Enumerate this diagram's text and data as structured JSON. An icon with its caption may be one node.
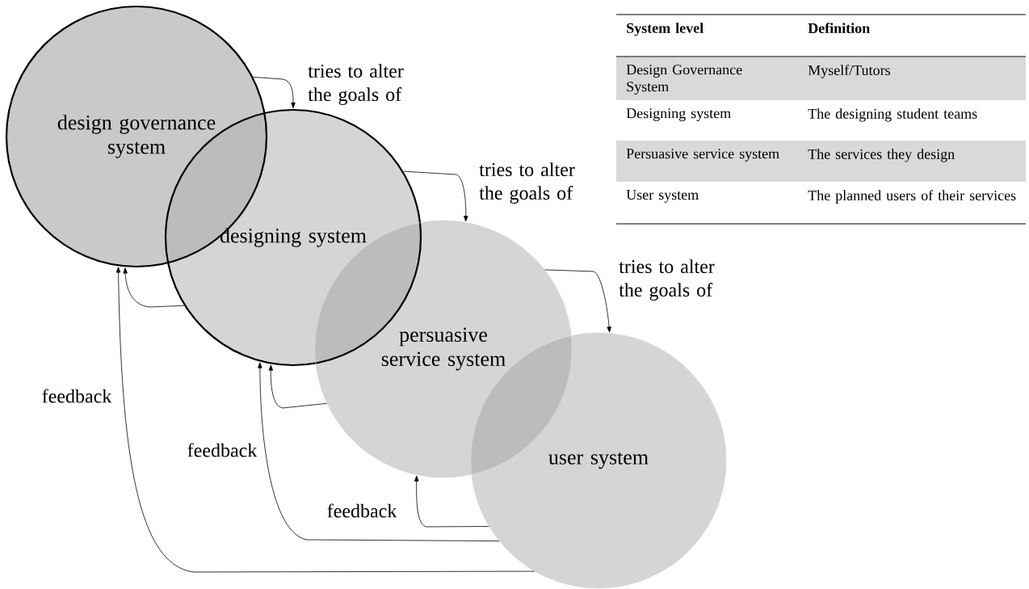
{
  "diagram": {
    "nodes": [
      {
        "text": [
          "design governance system"
        ]
      },
      {
        "text": [
          "designing system"
        ]
      },
      {
        "text": [
          "persuasive service system"
        ]
      },
      {
        "text": [
          "user system"
        ]
      }
    ],
    "edges": [
      {
        "from": 0,
        "to": 1,
        "arrow": "to",
        "label": "tries to alter the goals of"
      },
      {
        "from": 1,
        "to": 2,
        "arrow": "to",
        "label": "tries to alter the goals of"
      },
      {
        "from": 2,
        "to": 3,
        "arrow": "to",
        "label": "tries to alter the goals of"
      },
      {
        "from": 1,
        "to": 0,
        "arrow": "to"
      },
      {
        "from": 3,
        "to": 0,
        "arrow": "to",
        "label": "feedback"
      },
      {
        "from": 2,
        "to": 1,
        "arrow": "to"
      },
      {
        "from": 3,
        "to": 1,
        "arrow": "to",
        "label": "feedback"
      },
      {
        "from": 3,
        "to": 2,
        "arrow": "to",
        "label": "feedback"
      }
    ],
    "labels": [
      "System level",
      "Definition",
      "Design Governance System",
      "Myself/Tutors",
      "Designing system",
      "The designing student teams",
      "Persuasive service system",
      "The services they design",
      "User system",
      "The planned users of their services"
    ]
  }
}
